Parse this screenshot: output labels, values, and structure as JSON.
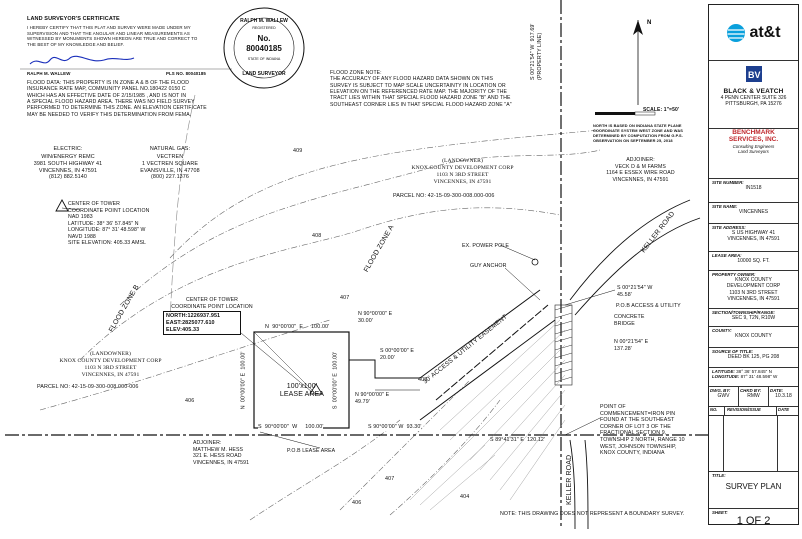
{
  "certificate": {
    "title": "LAND SURVEYOR'S CERTIFICATE",
    "body": "I HEREBY CERTIFY THAT THIS PLAT AND SURVEY WERE MADE UNDER MY\nSUPERVISION AND THAT THE ANGULAR AND LINEAR MEASUREMENTS AS\nWITNESSED BY MONUMENTS SHOWN HEREON ARE TRUE AND CORRECT TO\nTHE BEST OF MY KNOWLEDGE AND BELIEF.",
    "signer": "RALPH M. WALLEW",
    "license": "PLS NO. 80040185"
  },
  "seal": {
    "top": "RALPH M. WALLEW",
    "registered": "REGISTERED",
    "no": "No.",
    "number": "80040185",
    "state": "STATE OF INDIANA",
    "bottom": "LAND SURVEYOR"
  },
  "flood_data": "FLOOD DATA: THIS PROPERTY IS IN ZONE A & B  OF THE FLOOD\nINSURANCE RATE MAP, COMMUNITY PANEL NO.180422 0150 C\nWHICH HAS AN EFFECTIVE DATE OF  2/15/1985 , AND IS NOT IN\nA SPECIAL FLOOD HAZARD AREA. THERE WAS NO FIELD SURVEY\nPERFORMED TO DETERMINE THIS ZONE. AN ELEVATION CERTIFICATE\nMAY BE NEEDED TO VERIFY THIS DETERMINATION FROM FEMA.",
  "flood_note": "FLOOD ZONE NOTE:\nTHE ACCURACY OF ANY FLOOD HAZARD DATA SHOWN ON THIS\nSURVEY  IS SUBJECT TO MAP SCALE UNCERTAINTY IN LOCATION OR\nELEVATION ON THE REFERENCED RATE MAP. THE MAJORITY OF THE\nTRACT LIES WITHIN THAT SPECIAL FLOOD HAZARD ZONE \"B\" AND THE\nSOUTHEAST CORNER LIES IN THAT SPECIAL FLOOD HAZARD ZONE \"A\"",
  "electric": {
    "heading": "ELECTRIC:",
    "body": "WIN/ENERGY REMC\n3981 SOUTH HIGHWAY 41\nVINCENNES, IN 47591\n(812) 882.5140"
  },
  "gas": {
    "heading": "NATURAL GAS:",
    "body": "VECTREN\n1 VECTREN SQUARE\nEVANSVILLE, IN 47708\n(800) 227.1376"
  },
  "tower_coord": "CENTER OF TOWER\nCOORDINATE POINT LOCATION\nNAD 1983\nLATITUDE:       38° 36' 57.845\" N\nLONGITUDE:     87° 31' 48.598\" W\nNAVD 1988\nSITE ELEVATION:  405.33 AMSL",
  "landowner_top": {
    "head": "(LANDOWNER)\nKNOX COUNTY DEVELOPMENT CORP\n1103 N 3RD STREET\nVINCENNES, IN 47591",
    "parcel": "PARCEL NO: 42-15-09-300-008.000-006"
  },
  "landowner_left": {
    "head": "(LANDOWNER)\nKNOX COUNTY DEVELOPMENT CORP\n1103 N 3RD STREET\nVINCENNES, IN 47591",
    "parcel": "PARCEL NO: 42-15-09-300-008.000-006"
  },
  "adjoiner_ne": "ADJOINER:\nVECK D & M FARMS\n1164 E ESSEX WIRE ROAD\nVINCENNES, IN 47591",
  "adjoiner_s": "ADJOINER:\nMATTHEW M. HESS\n321 E. HESS ROAD\nVINCENNES, IN 47591",
  "north_note": "NORTH IS BASED ON INDIANA STATE PLANE\nCOORDINATE SYSTEM WEST ZONE AND WAS\nDETERMINED BY COMPUTATION FROM G.P.S.\nOBSERVATION ON SEPTEMBER 25, 2018",
  "scale": "SCALE: 1\"=50'",
  "tower_center": {
    "label": "CENTER OF TOWER\nCOORDINATE POINT LOCATION",
    "values": "NORTH:1226937.951\nEAST:2825077.610\nELEV:405.33"
  },
  "lease": {
    "label": "100'x100'\nLEASE AREA",
    "pob": "P.O.B LEASE AREA",
    "top": "N  90°00'00\"  E     100.00'",
    "bottom": "S  90°00'00\"  W     100.00'",
    "left": "N  00°00'00\" E  100.00'",
    "right": "S  00°00'00\" E  100.00'"
  },
  "bearings": {
    "b1": "N 90°00'00\" E\n30.00'",
    "b2": "S 00°00'00\" E\n20.00'",
    "b3": "N 90°00'00\" E\n49.79'",
    "b4": "S 90°00'00\" W  93.30'",
    "b5": "S 00°21'54\" W\n45.58'",
    "b6": "N 00°21'54\" E\n137.28'",
    "b7": "S 89°41'31\" E  120.12'",
    "east_line": "S 00°21'54\" W  917.69'\n(PROPERTY LINE)"
  },
  "labels": {
    "easement": "30' ACCESS & UTILITY EASEMENT",
    "pob_access": "P.O.B ACCESS & UTILITY",
    "power_pole": "EX. POWER POLE",
    "guy_anchor": "GUY ANCHOR",
    "concrete_bridge": "CONCRETE\nBRIDGE",
    "keller_road": "KELLER ROAD",
    "flood_zone_a": "FLOOD ZONE A",
    "flood_zone_b": "FLOOD ZONE B",
    "commencement": "POINT OF\nCOMMENCEMENT=IRON PIN\nFOUND AT THE SOUTHEAST\nCORNER OF LOT 3 OF THE\nFRACTIONAL SECTION 9,\nTOWNSHIP 2 NORTH, RANGE 10\nWEST, JOHNSON TOWNSHIP,\nKNOX COUNTY, INDIANA",
    "disclaimer": "NOTE: THIS DRAWING DOES NOT REPRESENT A BOUNDARY SURVEY.",
    "contours": [
      "409",
      "408",
      "407",
      "406",
      "405",
      "404",
      "407",
      "406"
    ]
  },
  "titleblock": {
    "att": "at&t",
    "bv": "BLACK & VEATCH",
    "bv_address": "4 PENN CENTER SUITE 326\nPITTSBURGH, PA 15276",
    "benchmark": "BENCHMARK\nSERVICES, INC.",
    "benchmark_sub": "Consulting Engineers\nLand Surveyors",
    "site_number": {
      "label": "SITE NUMBER:",
      "value": "IN1518"
    },
    "site_name": {
      "label": "SITE NAME:",
      "value": "VINCENNES"
    },
    "site_address": {
      "label": "SITE ADDRESS:",
      "value": "S US HIGHWAY 41\nVINCENNES, IN 47591"
    },
    "lease_area": {
      "label": "LEASE AREA:",
      "value": "10000 SQ. FT."
    },
    "property_owner": {
      "label": "PROPERTY OWNER:",
      "value": "KNOX COUNTY\nDEVELOPMENT CORP\n1103 N 3RD STREET\nVINCENNES, IN 47591"
    },
    "section": {
      "label": "SECTION/TOWNSHIP/RANGE:",
      "value": "SEC 9, T2N, R10W"
    },
    "county": {
      "label": "COUNTY:",
      "value": "KNOX COUNTY"
    },
    "source": {
      "label": "SOURCE OF TITLE:",
      "value": "DEED BK 125, PG 208"
    },
    "latitude": {
      "label": "LATITUDE:",
      "value": "38° 36' 57.845\" N"
    },
    "longitude": {
      "label": "LONGITUDE:",
      "value": "87° 31' 48.598\" W"
    },
    "drawn_by": {
      "label": "DWG. BY:",
      "value": "GWV"
    },
    "checked_by": {
      "label": "CHKD BY:",
      "value": "RMW"
    },
    "date": {
      "label": "DATE:",
      "value": "10.3.18"
    },
    "revision": {
      "no": "NO.",
      "label": "REVISION/ISSUE",
      "date": "DATE"
    },
    "title": {
      "label": "TITLE:",
      "value": "SURVEY PLAN"
    },
    "sheet": {
      "label": "SHEET:",
      "value": "1 OF 2"
    }
  }
}
